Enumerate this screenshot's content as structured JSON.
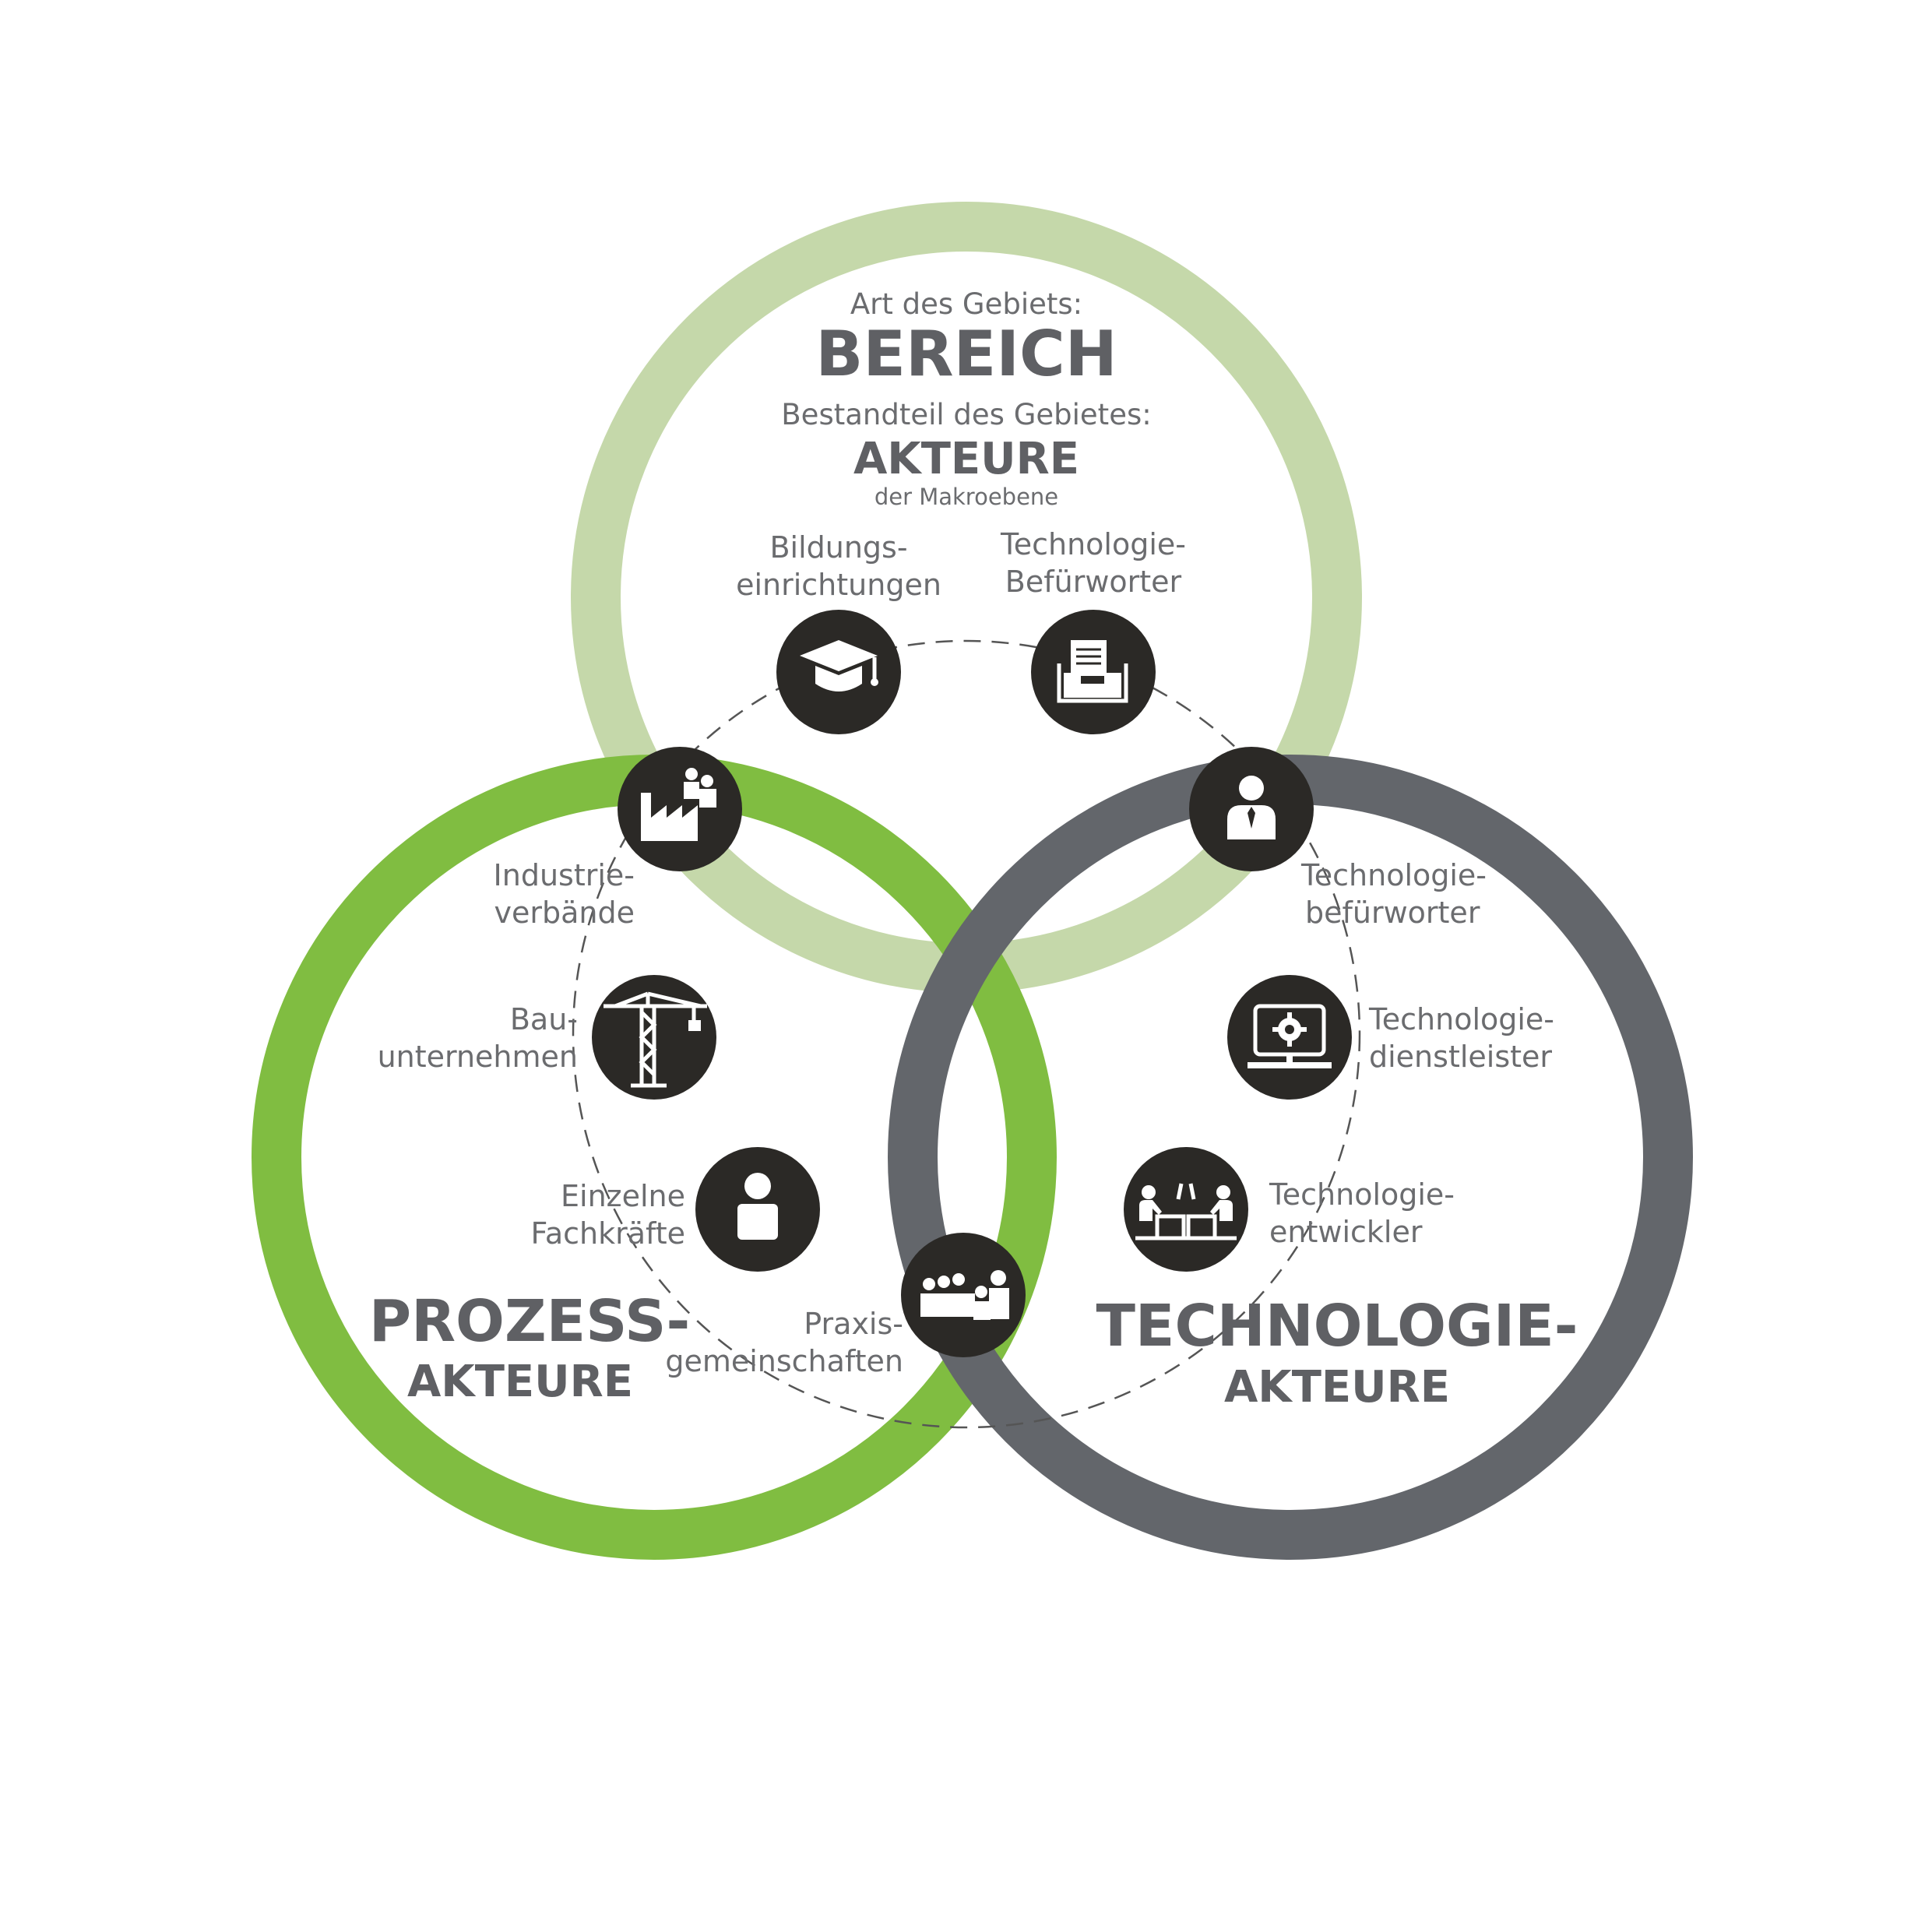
{
  "header": {
    "line1": "Art des Gebiets:",
    "line2": "BEREICH",
    "line3": "Bestandteil des Gebietes:",
    "line4": "AKTEURE",
    "line5": "der Makroebene"
  },
  "groups": {
    "prozess": {
      "line1": "PROZESS-",
      "line2": "AKTEURE"
    },
    "technologie": {
      "line1": "TECHNOLOGIE-",
      "line2": "AKTEURE"
    }
  },
  "colors": {
    "bereich_ring": "#c5d8aa",
    "prozess_ring": "#80bd41",
    "technologie_ring": "#63666b",
    "node": "#2b2926",
    "text": "#6b6c6f"
  },
  "nodes": [
    {
      "id": "bildungseinrichtungen",
      "icon": "graduation-cap-icon",
      "label": [
        "Bildungs-",
        "einrichtungen"
      ]
    },
    {
      "id": "technologie-befuerworter-top",
      "icon": "document-tray-icon",
      "label": [
        "Technologie-",
        "Befürworter"
      ]
    },
    {
      "id": "industrieverbaende",
      "icon": "factory-people-icon",
      "label": [
        "Industrie-",
        "verbände"
      ]
    },
    {
      "id": "technologie-befuerworter-right",
      "icon": "businessman-icon",
      "label": [
        "Technologie-",
        "befürworter"
      ]
    },
    {
      "id": "bauunternehmen",
      "icon": "crane-icon",
      "label": [
        "Bau-",
        "unternehmen"
      ]
    },
    {
      "id": "technologiedienstleister",
      "icon": "monitor-gear-icon",
      "label": [
        "Technologie-",
        "dienstleister"
      ]
    },
    {
      "id": "einzelne-fachkraefte",
      "icon": "person-icon",
      "label": [
        "Einzelne",
        "Fachkräfte"
      ]
    },
    {
      "id": "technologieentwickler",
      "icon": "developers-icon",
      "label": [
        "Technologie-",
        "entwickler"
      ]
    },
    {
      "id": "praxisgemeinschaften",
      "icon": "group-icon",
      "label": [
        "Praxis-",
        "gemeinschaften"
      ]
    }
  ]
}
